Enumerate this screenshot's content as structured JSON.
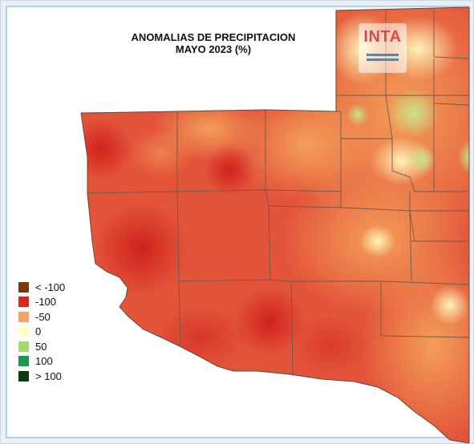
{
  "title": {
    "line1": "ANOMALIAS DE PRECIPITACION",
    "line2": "MAYO 2023 (%)"
  },
  "logo": {
    "text": "INTA"
  },
  "legend": [
    {
      "label": "< -100",
      "color": "#7a3b0c"
    },
    {
      "label": "-100",
      "color": "#d7261e"
    },
    {
      "label": "-50",
      "color": "#f6a261"
    },
    {
      "label": "0",
      "color": "#ffffc4"
    },
    {
      "label": "50",
      "color": "#a6d96a"
    },
    {
      "label": "100",
      "color": "#1a9850"
    },
    {
      "label": "> 100",
      "color": "#0b3d0b"
    }
  ],
  "colors": {
    "base_fill": "#e4583c",
    "border_lines": "#6b5a4a",
    "frame": "#b9cde0"
  }
}
